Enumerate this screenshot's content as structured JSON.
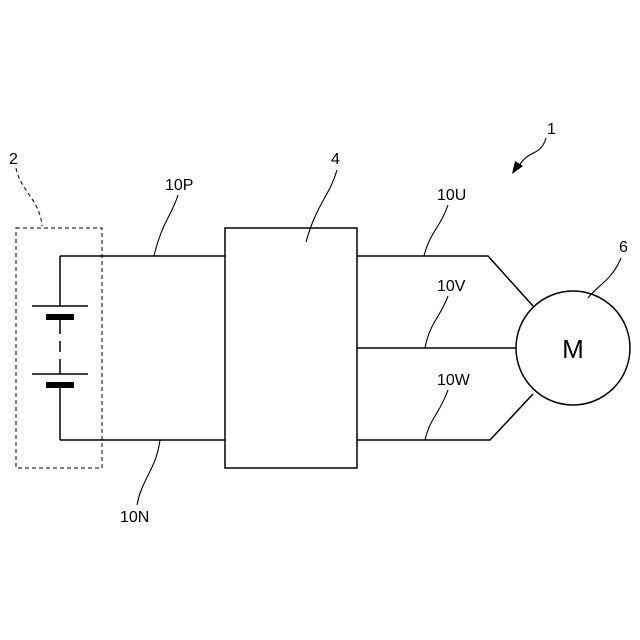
{
  "labels": {
    "system_ref": "1",
    "battery_ref": "2",
    "inverter_ref": "4",
    "motor_ref": "6",
    "positive_line": "10P",
    "negative_line": "10N",
    "u_phase_line": "10U",
    "v_phase_line": "10V",
    "w_phase_line": "10W",
    "motor_symbol": "M"
  }
}
